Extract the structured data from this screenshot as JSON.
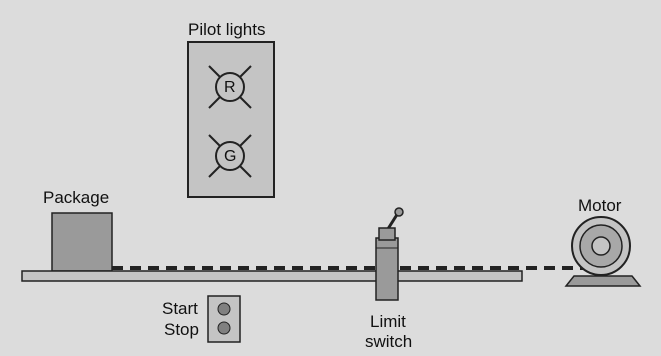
{
  "diagram": {
    "pilot_lights_label": "Pilot lights",
    "pilot_light_red_letter": "R",
    "pilot_light_green_letter": "G",
    "package_label": "Package",
    "motor_label": "Motor",
    "start_label": "Start",
    "stop_label": "Stop",
    "limit_switch_label_line1": "Limit",
    "limit_switch_label_line2": "switch"
  },
  "colors": {
    "background": "#dcdcdc",
    "panel_fill": "#c4c4c4",
    "component_fill": "#9a9a9a",
    "outline": "#222222"
  },
  "icons": {
    "pilot_lamp": "lamp-cross-symbol",
    "motor": "motor-icon",
    "limit_switch": "limit-switch-icon",
    "pushbutton": "pushbutton-icon"
  }
}
